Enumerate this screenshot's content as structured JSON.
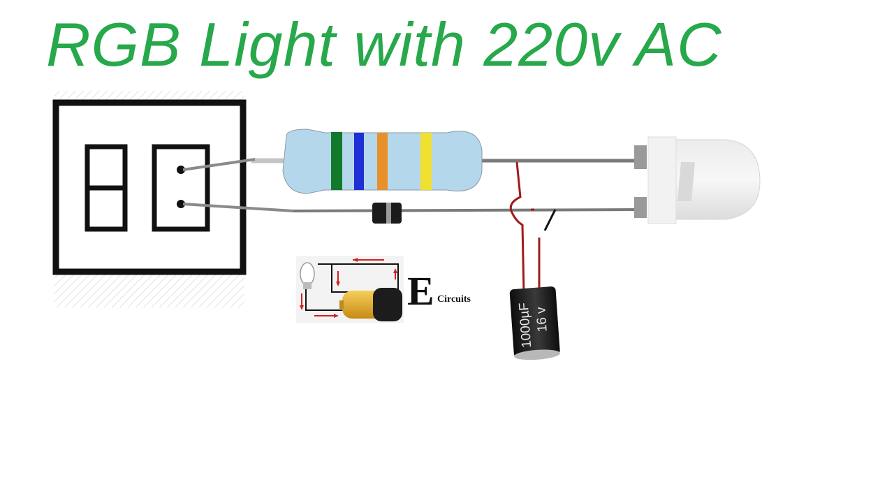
{
  "title": "RGB Light with 220v AC",
  "logo": {
    "letter": "E",
    "text": "Circuits"
  },
  "capacitor": {
    "capacitance": "1000µF",
    "voltage": "16  v"
  },
  "colors": {
    "title": "#27a84a",
    "socket_frame": "#111111",
    "resistor_body": "#b5d7ec",
    "resistor_bands": [
      "#117a2a",
      "#1f2fd6",
      "#e8902a",
      "#f0e030"
    ],
    "lead_wire": "#8a8a8a",
    "led_lead": "#7a7a7a",
    "capacitor_lead_red": "#a01b1b",
    "capacitor_body": "#1a1a1a",
    "diode_body": "#1b1b1b",
    "led_lens": "#e9e9e9"
  },
  "components": {
    "socket": "wall-socket-icon",
    "resistor": "resistor-icon",
    "diode": "diode-icon",
    "led": "led-icon",
    "capacitor": "electrolytic-capacitor-icon",
    "logo": "bulb-battery-logo-icon"
  }
}
